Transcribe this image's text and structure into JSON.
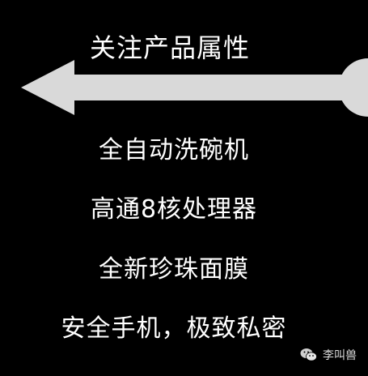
{
  "title": "关注产品属性",
  "items": [
    "全自动洗碗机",
    "高通8核处理器",
    "全新珍珠面膜",
    "安全手机，极致私密"
  ],
  "watermark": {
    "text": "李叫兽",
    "icon": "wechat-icon"
  },
  "colors": {
    "background": "#000000",
    "arrow": "#d9d9d9",
    "text": "#ffffff"
  }
}
